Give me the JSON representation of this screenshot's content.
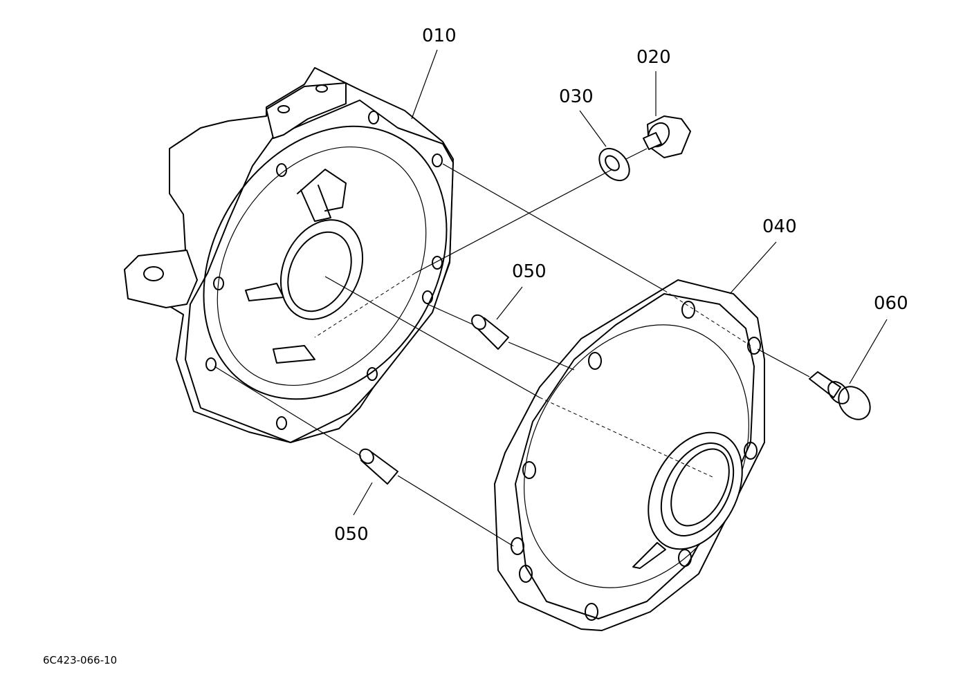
{
  "callouts": {
    "c010": "010",
    "c020": "020",
    "c030": "030",
    "c040": "040",
    "c050a": "050",
    "c050b": "050",
    "c060": "060"
  },
  "drawing_code": "6C423-066-10"
}
